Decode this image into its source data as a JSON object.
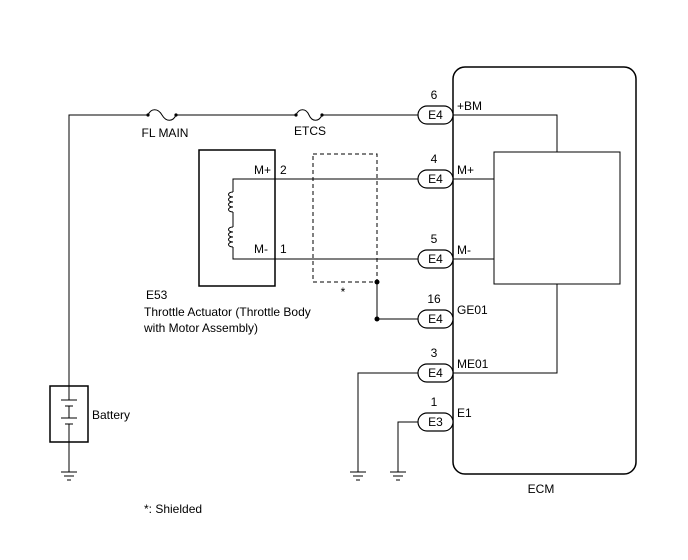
{
  "fuses": {
    "fl_main": "FL MAIN",
    "etcs": "ETCS"
  },
  "battery": {
    "label": "Battery"
  },
  "actuator": {
    "code": "E53",
    "name_line1": "Throttle Actuator (Throttle Body",
    "name_line2": "with Motor Assembly)",
    "terminal_pos_label": "M+",
    "terminal_pos_pin": "2",
    "terminal_neg_label": "M-",
    "terminal_neg_pin": "1"
  },
  "shield": {
    "marker": "*",
    "footnote": "*: Shielded"
  },
  "ecm": {
    "label": "ECM",
    "connectors": [
      {
        "pin": "6",
        "connector": "E4",
        "terminal": "+BM"
      },
      {
        "pin": "4",
        "connector": "E4",
        "terminal": "M+"
      },
      {
        "pin": "5",
        "connector": "E4",
        "terminal": "M-"
      },
      {
        "pin": "16",
        "connector": "E4",
        "terminal": "GE01"
      },
      {
        "pin": "3",
        "connector": "E4",
        "terminal": "ME01"
      },
      {
        "pin": "1",
        "connector": "E3",
        "terminal": "E1"
      }
    ]
  }
}
